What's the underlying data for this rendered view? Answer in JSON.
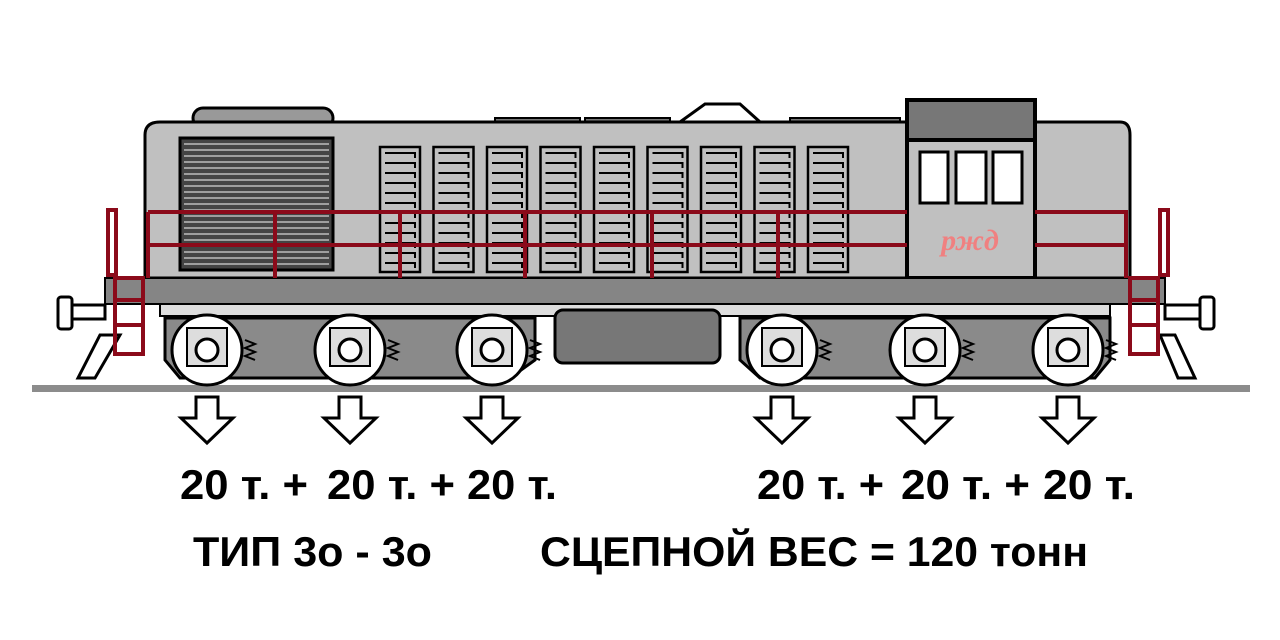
{
  "logo": {
    "text": "ржд",
    "color": "#f08080"
  },
  "colors": {
    "body": "#c0c0c0",
    "frame": "#858585",
    "railing": "#8b0a1a",
    "rail": "#8c8c8c"
  },
  "axle_loads": {
    "front_bogie": [
      "20 т. +",
      "20 т. +",
      "20 т."
    ],
    "rear_bogie": [
      "20 т. +",
      "20 т. +",
      "20 т."
    ]
  },
  "axle_type": "ТИП 3о - 3о",
  "adhesion_weight": "СЦЕПНОЙ ВЕС = 120 тонн"
}
